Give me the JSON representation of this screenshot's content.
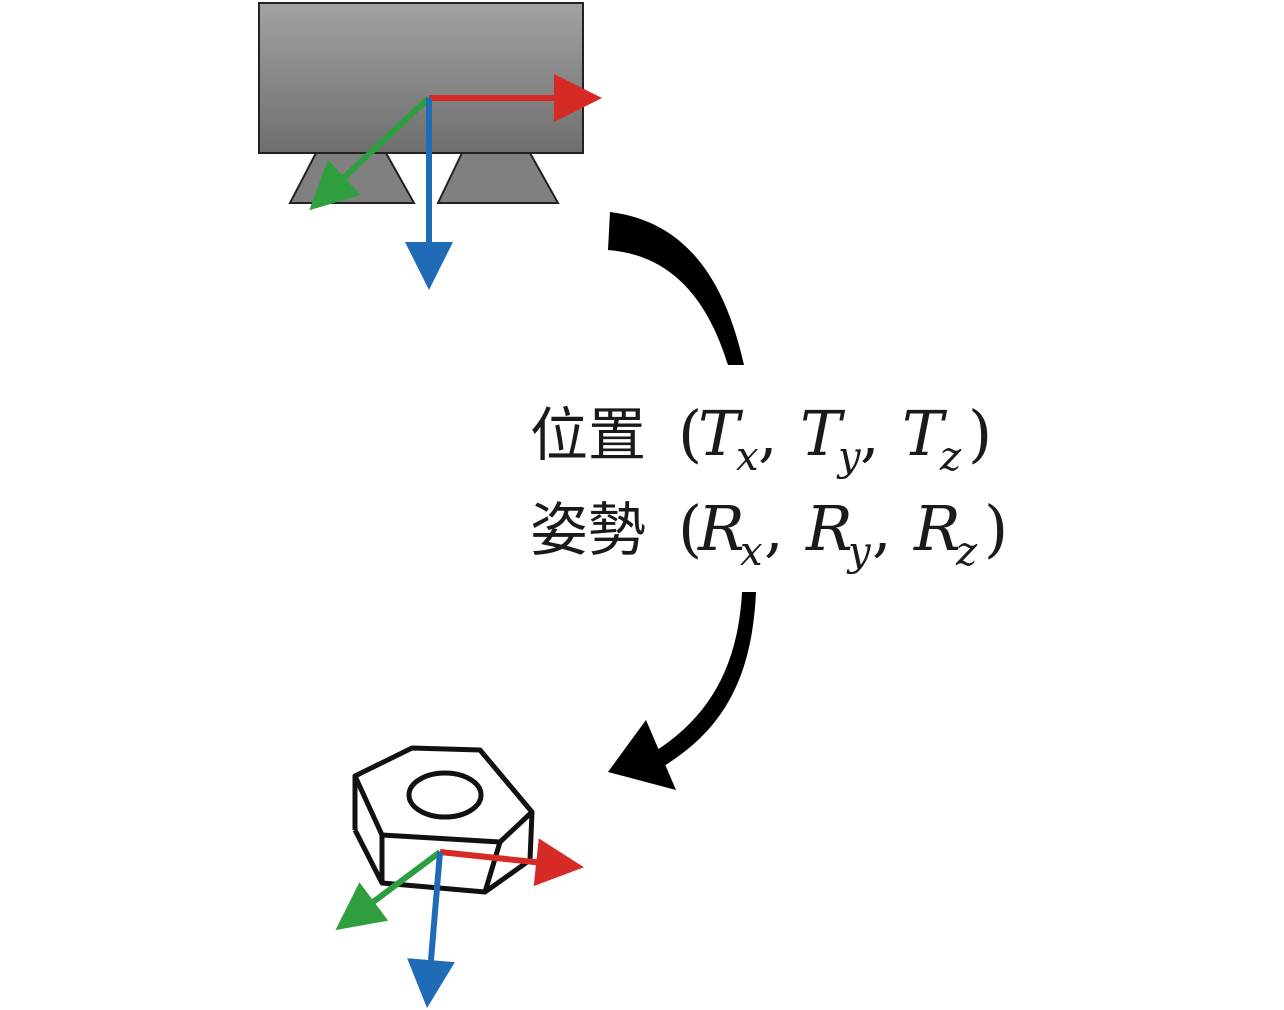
{
  "position_label": {
    "kanji": "位置",
    "open": "(",
    "comp1": {
      "var": "T",
      "sub": "x"
    },
    "comp2": {
      "var": "T",
      "sub": "y"
    },
    "comp3": {
      "var": "T",
      "sub": "z"
    },
    "sep": ",",
    "close": ")"
  },
  "orientation_label": {
    "kanji": "姿勢",
    "open": "(",
    "comp1": {
      "var": "R",
      "sub": "x"
    },
    "comp2": {
      "var": "R",
      "sub": "y"
    },
    "comp3": {
      "var": "R",
      "sub": "z"
    },
    "sep": ",",
    "close": ")"
  },
  "colors": {
    "x_axis": "#d62a24",
    "y_axis": "#2e9e3e",
    "z_axis": "#1f6bb5",
    "gripper_fill": "#8a8a8a",
    "outline": "#111111"
  }
}
